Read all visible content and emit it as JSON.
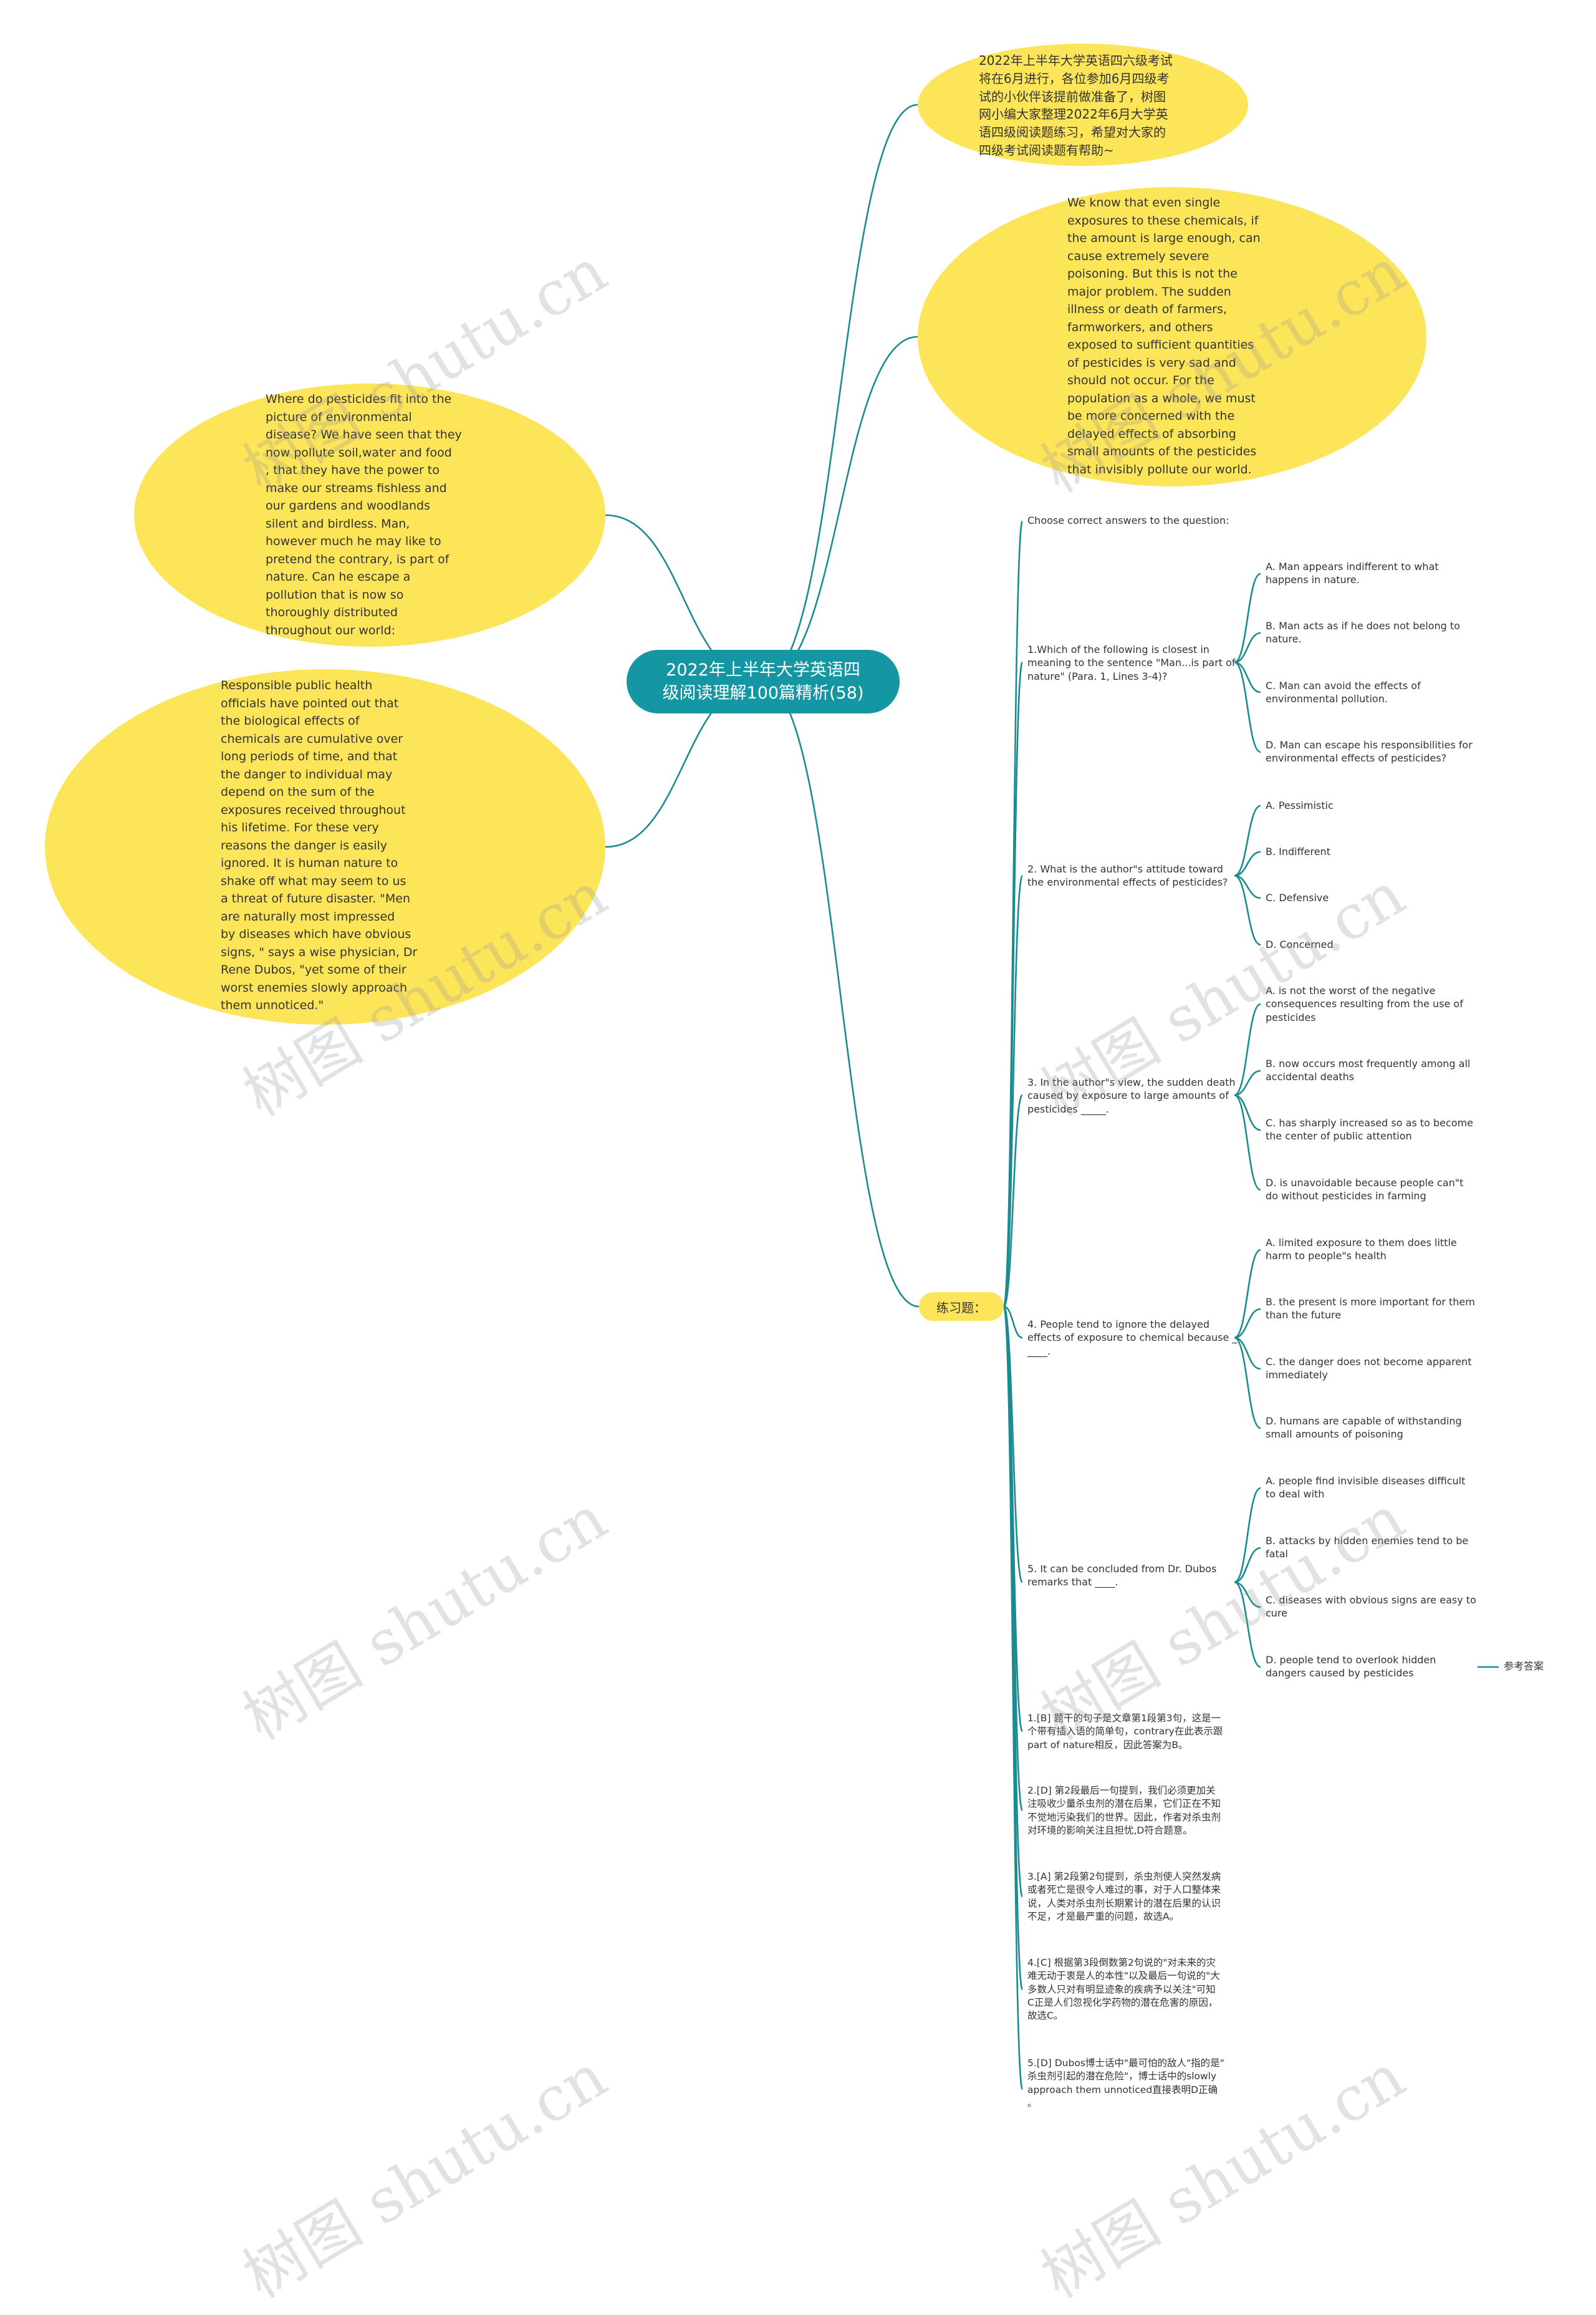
{
  "root": {
    "label": "2022年上半年大学英语四\n级阅读理解100篇精析(58)"
  },
  "passages": {
    "intro": "2022年上半年大学英语四六级考试\n将在6月进行，各位参加6月四级考\n试的小伙伴该提前做准备了，树图\n网小编大家整理2022年6月大学英\n语四级阅读题练习，希望对大家的\n四级考试阅读题有帮助~",
    "p2": "We know that even single\nexposures to these chemicals, if\nthe amount is large enough, can\n cause extremely severe\npoisoning. But this is not the\nmajor problem. The sudden\nillness or death of farmers,\nfarmworkers, and others\nexposed to sufficient quantities\nof pesticides is very sad and\nshould not occur. For the\npopulation as a whole, we must\nbe more concerned with the\ndelayed effects of absorbing\nsmall amounts of the pesticides\nthat invisibly pollute our world.",
    "p1": "Where do pesticides fit into the\npicture of environmental\ndisease? We have seen that they\n now pollute soil,water and food\n, that they have the power to\nmake our streams fishless and\nour gardens and woodlands\nsilent and birdless. Man,\nhowever much he may like to\npretend the contrary, is part of\nnature. Can he escape a\npollution that is now so\nthoroughly distributed\nthroughout our world:",
    "p3": "Responsible public health\nofficials have pointed out that\nthe biological effects of\nchemicals are cumulative over\nlong periods of time, and that\nthe danger to individual may\ndepend on the sum of the\nexposures received throughout\nhis lifetime. For these very\nreasons the danger is easily\nignored. It is human nature to\nshake off what may seem to us\na threat of future disaster. \"Men\n are naturally most impressed\nby diseases which have obvious\nsigns, \" says a wise physician, Dr\n Rene Dubos, \"yet some of their\nworst enemies slowly approach\nthem unnoticed.\""
  },
  "exercise": {
    "label": "练习题：",
    "instruction": "Choose correct answers to the question:",
    "questions": [
      {
        "text": "1.Which of the following is closest in\nmeaning to the sentence \"Man...is part of\n nature\" (Para. 1, Lines 3-4)?",
        "options": [
          "A. Man appears indifferent to what\nhappens in nature.",
          "B. Man acts as if he does not belong to\nnature.",
          "C. Man can avoid the effects of\nenvironmental pollution.",
          "D. Man can escape his responsibilities for\n environmental effects of pesticides?"
        ]
      },
      {
        "text": "2. What is the author\"s attitude toward\nthe environmental effects of pesticides?",
        "options": [
          "A. Pessimistic",
          "B. Indifferent",
          "C. Defensive",
          "D. Concerned"
        ]
      },
      {
        "text": "3. In the author\"s view, the sudden death\ncaused by exposure to large amounts of\npesticides _____.",
        "options": [
          "A. is not the worst of the negative\nconsequences resulting from the use of\npesticides",
          "B. now occurs most frequently among all\naccidental deaths",
          "C. has sharply increased so as to become\nthe center of public attention",
          "D. is unavoidable because people can\"t\ndo without pesticides in farming"
        ]
      },
      {
        "text": "4. People tend to ignore the delayed\neffects of exposure to chemical because _\n____.",
        "options": [
          "A. limited exposure to them does little\nharm to people\"s health",
          "B. the present is more important for them\n than the future",
          "C. the danger does not become apparent\n immediately",
          "D. humans are capable of withstanding\nsmall amounts of poisoning"
        ]
      },
      {
        "text": "5. It can be concluded from Dr. Dubos\nremarks that ____.",
        "options": [
          "A. people find invisible diseases difficult\nto deal with",
          "B. attacks by hidden enemies tend to be\nfatal",
          "C. diseases with obvious signs are easy to\ncure",
          "D. people tend to overlook hidden\ndangers caused by pesticides"
        ]
      }
    ],
    "answer_key_label": "参考答案",
    "explanations": [
      "1.[B] 题干的句子是文章第1段第3句，这是一\n个带有插入语的简单句，contrary在此表示跟\npart of nature相反，因此答案为B。",
      "2.[D] 第2段最后一句提到，我们必须更加关\n注吸收少量杀虫剂的潜在后果，它们正在不知\n不觉地污染我们的世界。因此，作者对杀虫剂\n对环境的影响关注且担忧,D符合题意。",
      "3.[A] 第2段第2句提到，杀虫剂使人突然发病\n或者死亡是很令人难过的事，对于人口整体来\n说，人类对杀虫剂长期累计的潜在后果的认识\n不足，才是最严重的问题，故选A。",
      "4.[C] 根据第3段倒数第2句说的\"对未来的灾\n难无动于衷是人的本性\"以及最后一句说的\"大\n多数人只对有明显迹象的疾病予以关注\"可知\nC正是人们忽视化学药物的潜在危害的原因，\n故选C。",
      "5.[D] Dubos博士话中\"最可怕的敌人\"指的是\"\n杀虫剂引起的潜在危险\"，博士话中的slowly\napproach them unnoticed直接表明D正确\n。"
    ]
  },
  "watermark": {
    "text": "树图 shutu.cn"
  },
  "colors": {
    "edge": "#1A8B91",
    "node_fill": "#FDE55A",
    "root_fill": "#1597A3"
  }
}
